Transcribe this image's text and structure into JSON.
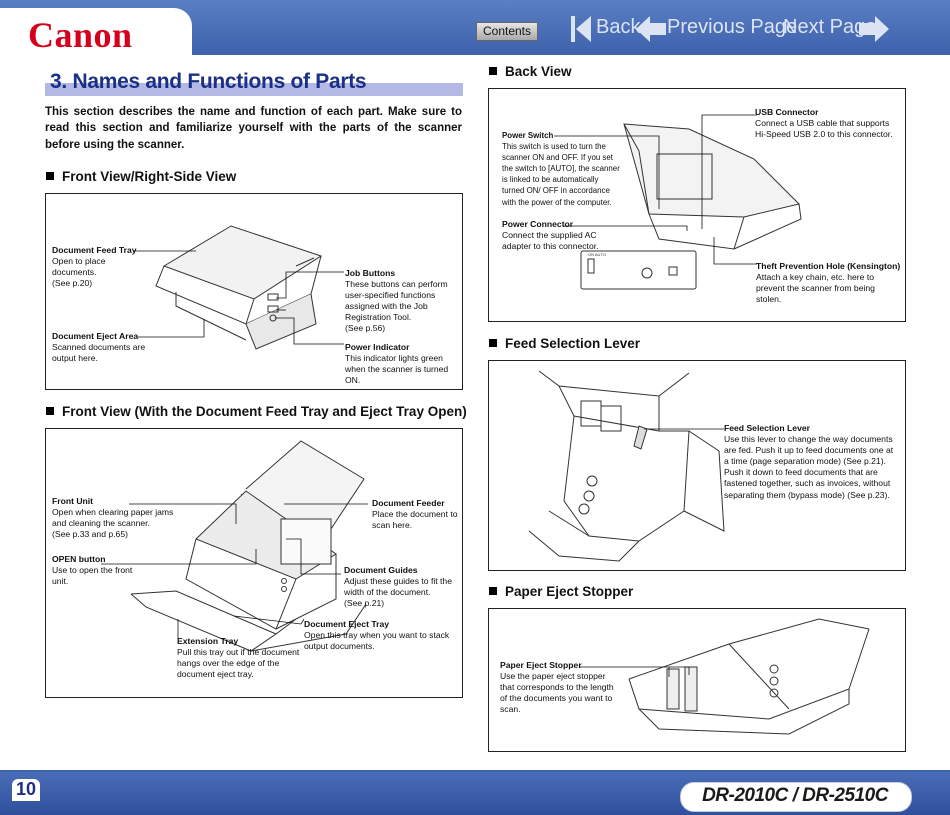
{
  "header": {
    "brand": "Canon",
    "contents_label": "Contents",
    "back_label": "Back",
    "previous_label": "Previous Page",
    "next_label": "Next Page"
  },
  "title": "3. Names and Functions of Parts",
  "intro": "This section describes the name and function of each part. Make sure to read this section and familiarize yourself with the parts of the scanner before using the scanner.",
  "sections": {
    "front_right": {
      "heading": "Front View/Right-Side View",
      "labels": {
        "feed_tray": {
          "name": "Document Feed Tray",
          "desc": "Open to place documents.\n (See p.20)"
        },
        "eject_area": {
          "name": "Document Eject Area",
          "desc": "Scanned documents are output here."
        },
        "job_buttons": {
          "name": "Job Buttons",
          "desc": "These buttons can perform user-specified functions assigned with the Job Registration Tool.\n(See p.56)"
        },
        "power_indicator": {
          "name": "Power Indicator",
          "desc": "This indicator lights green when the scanner is turned ON."
        }
      }
    },
    "front_open": {
      "heading": "Front View (With the Document Feed Tray and Eject Tray Open)",
      "labels": {
        "front_unit": {
          "name": "Front Unit",
          "desc": "Open when clearing paper jams and cleaning the scanner.\n (See p.33 and p.65)"
        },
        "open_button": {
          "name": "OPEN button",
          "desc": "Use to open the front unit."
        },
        "feeder": {
          "name": "Document Feeder",
          "desc": "Place the document to scan here."
        },
        "guides": {
          "name": "Document Guides",
          "desc": "Adjust these guides to fit the width of the document.\n(See p.21)"
        },
        "eject_tray": {
          "name": "Document Eject Tray",
          "desc": "Open this tray when you want to stack output documents."
        },
        "extension_tray": {
          "name": "Extension Tray",
          "desc": "Pull this tray out if the document hangs over the edge of the document eject tray."
        }
      }
    },
    "back": {
      "heading": "Back View",
      "labels": {
        "usb": {
          "name": "USB Connector",
          "desc": "Connect a USB cable that supports Hi-Speed USB 2.0 to this connector."
        },
        "power_switch": {
          "name": "Power Switch",
          "desc": "This switch is used to turn the scanner ON and OFF. If you set the switch to [AUTO], the scanner is linked to be automatically turned ON/ OFF in accordance with the power of the computer."
        },
        "power_connector": {
          "name": "Power Connector",
          "desc": "Connect the supplied AC adapter to this connector."
        },
        "theft": {
          "name": "Theft Prevention Hole (Kensington)",
          "desc": "Attach a key chain, etc. here to prevent the scanner from being stolen."
        }
      }
    },
    "feed_lever": {
      "heading": "Feed Selection Lever",
      "labels": {
        "lever": {
          "name": "Feed Selection Lever",
          "desc": "Use this lever to change the way documents are fed. Push it up to feed documents one at a time (page separation mode) (See p.21). Push it down to feed documents that are fastened together, such as invoices, without separating them (bypass mode) (See p.23)."
        }
      }
    },
    "stopper": {
      "heading": "Paper Eject Stopper",
      "labels": {
        "stopper": {
          "name": "Paper Eject Stopper",
          "desc": "Use the paper eject stopper that corresponds to the length of the documents you want to scan."
        }
      }
    }
  },
  "footer": {
    "page_number": "10",
    "model": "DR-2010C / DR-2510C"
  },
  "colors": {
    "header_band": "#4a6db8",
    "title_text": "#1c2f86",
    "title_highlight": "#b3b8e4",
    "logo_red": "#d6001c"
  }
}
